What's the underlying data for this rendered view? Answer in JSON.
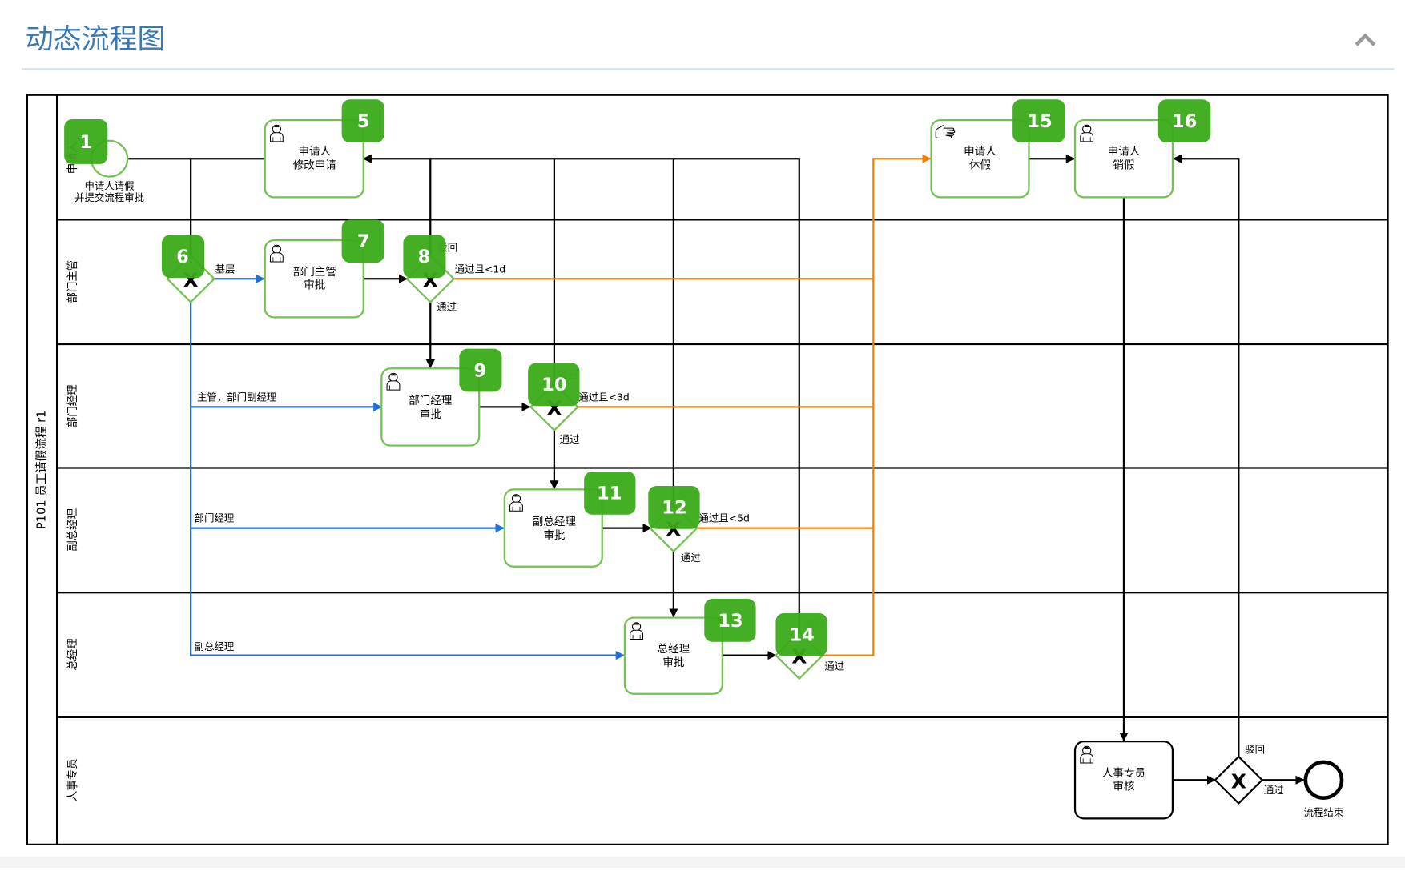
{
  "header": {
    "title": "动态流程图",
    "collapse_icon": "chevron-up-icon"
  },
  "pool": {
    "title": "P101 员工请假流程 r1",
    "lanes": [
      "申请人",
      "部门主管",
      "部门经理",
      "副总经理",
      "总经理",
      "人事专员"
    ]
  },
  "colors": {
    "title": "#3a78b5",
    "badge": "#3aaa1a",
    "active_border": "#72c24f",
    "blue_flow": "#1f6fd6",
    "orange_flow": "#f77f00",
    "black_flow": "#000000"
  },
  "nodes": {
    "start": {
      "label_line1": "申请人请假",
      "label_line2": "并提交流程审批",
      "step": "1"
    },
    "modify": {
      "line1": "申请人",
      "line2": "修改申请",
      "step": "5",
      "icon": "user-icon"
    },
    "gw6": {
      "step": "6"
    },
    "supervisor": {
      "line1": "部门主管",
      "line2": "审批",
      "step": "7",
      "icon": "user-icon"
    },
    "gw8": {
      "step": "8"
    },
    "manager": {
      "line1": "部门经理",
      "line2": "审批",
      "step": "9",
      "icon": "user-icon"
    },
    "gw10": {
      "step": "10"
    },
    "vp": {
      "line1": "副总经理",
      "line2": "审批",
      "step": "11",
      "icon": "user-icon"
    },
    "gw12": {
      "step": "12"
    },
    "gm": {
      "line1": "总经理",
      "line2": "审批",
      "step": "13",
      "icon": "user-icon"
    },
    "gw14": {
      "step": "14"
    },
    "leave": {
      "line1": "申请人",
      "line2": "休假",
      "step": "15",
      "icon": "hand-icon"
    },
    "cancel": {
      "line1": "申请人",
      "line2": "销假",
      "step": "16",
      "icon": "user-icon"
    },
    "hr": {
      "line1": "人事专员",
      "line2": "审核",
      "icon": "user-icon"
    },
    "end": {
      "label": "流程结束"
    }
  },
  "flow_labels": {
    "jiceng": "基层",
    "zhuguan_fujingli": "主管，部门副经理",
    "bumenjingli": "部门经理",
    "fuzongjingli": "副总经理",
    "reject": "驳回",
    "pass": "通过",
    "pass_lt1d": "通过且<1d",
    "pass_lt3d": "通过且<3d",
    "pass_lt5d": "通过且<5d"
  }
}
